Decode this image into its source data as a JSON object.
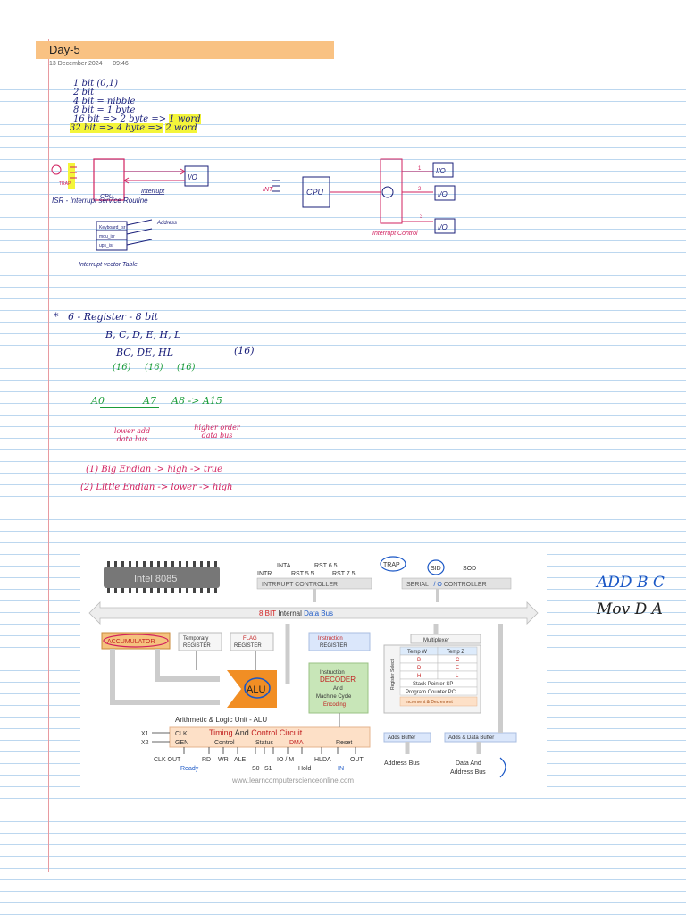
{
  "page": {
    "title": "Day-5",
    "date": "13 December 2024",
    "time": "09:46"
  },
  "notes_bits": [
    "1 bit (0,1)",
    "2 bit",
    "4 bit = nibble",
    "8 bit = 1 byte",
    "16 bit => 2 byte =>",
    "1 word",
    "32 bit => 4 byte =>",
    "2 word"
  ],
  "interrupt_sketch": {
    "cpu": "CPU",
    "io": "I/O",
    "interrupt": "Interrupt",
    "trap": "TRAP",
    "isr": "ISR - Interrupt service Routine",
    "table_rows": [
      "Keyboard_isr",
      "mou_isr",
      "ups_isr"
    ],
    "address": "Address",
    "table_caption": "Interrupt vector Table"
  },
  "controller_sketch": {
    "cpu": "CPU",
    "io": [
      "I/O",
      "I/O",
      "I/O"
    ],
    "nums": [
      "1",
      "2",
      "3"
    ],
    "label": "Interrupt Control",
    "left": "INT"
  },
  "registers": {
    "heading": "6 - Register - 8 bit",
    "row1": "B, C, D, E, H, L",
    "row2": "BC, DE, HL",
    "size": "(16)",
    "sizes": [
      "(16)",
      "(16)",
      "(16)"
    ],
    "a0": "A0",
    "a7": "A7",
    "a8": "A8 -> A15",
    "lower": "lower add data bus",
    "higher": "higher order data bus"
  },
  "endian": {
    "big": "(1) Big Endian -> high -> true",
    "little": "(2) Little Endian -> lower -> high"
  },
  "side_notes": [
    "ADD B C",
    "Mov D A"
  ],
  "diagram": {
    "chip": "Intel 8085",
    "interrupt_signals": [
      "INTR",
      "INTA",
      "RST 5.5",
      "RST 6.5",
      "RST 7.5",
      "TRAP"
    ],
    "interrupt_controller": "INTRRUPT CONTROLLER",
    "serial_signals": [
      "SID",
      "SOD"
    ],
    "serial_controller_prefix": "SERIAL",
    "serial_controller_io": "I / O",
    "serial_controller_suffix": "CONTROLLER",
    "bus_prefix": "8 BIT",
    "bus_word": "Internal",
    "bus_suffix": "Data Bus",
    "accumulator": "ACCUMULATOR",
    "temp_register": [
      "Temporary",
      "REGISTER"
    ],
    "flag_register": [
      "FLAG",
      "REGISTER"
    ],
    "instruction_register": [
      "Instruction",
      "REGISTER"
    ],
    "alu": "ALU",
    "alu_caption": "Arithmetic & Logic Unit - ALU",
    "decoder": [
      "Instruction",
      "DECODER",
      "And",
      "Machine Cycle",
      "Encoding"
    ],
    "multiplexer": "Multiplexer",
    "register_select": "Register Select",
    "reg_rows": [
      [
        "Temp W",
        "Temp Z"
      ],
      [
        "B",
        "C"
      ],
      [
        "D",
        "E"
      ],
      [
        "H",
        "L"
      ]
    ],
    "stack_pointer": "Stack Pointer SP",
    "program_counter": "Program Counter PC",
    "inc_dec": "Increment & Decrement",
    "timing_prefix": "Timing",
    "timing_and": "And",
    "timing_suffix": "Control Circuit",
    "timing_labels": [
      "CLK",
      "GEN",
      "Control",
      "Status",
      "DMA",
      "Reset"
    ],
    "x_inputs": [
      "X1",
      "X2"
    ],
    "bottom_signals": [
      "CLK OUT",
      "RD",
      "WR",
      "ALE",
      "S0",
      "S1",
      "IO / M",
      "HLDA",
      "OUT",
      "Ready",
      "Hold",
      "IN"
    ],
    "address_buffer": "Adds Buffer",
    "data_buffer": "Adds & Data Buffer",
    "address_bus": "Address Bus",
    "data_address_bus": [
      "Data And",
      "Address Bus"
    ],
    "website": "www.learncomputerscienceonline.com"
  },
  "colors": {
    "title_bar": "#f9c283",
    "ruled_line": "#bcd7ef",
    "margin": "#e89aa0",
    "ink": "#1a1f7a",
    "pink_ink": "#d1215f",
    "green_ink": "#1b9c3a"
  }
}
